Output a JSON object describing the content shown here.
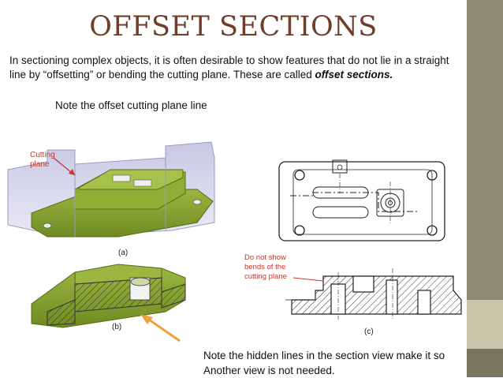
{
  "slide": {
    "title": "OFFSET SECTIONS",
    "intro_text": "In sectioning complex objects, it is often desirable to show features that do not lie in a straight line by “offsetting” or bending the cutting plane. These are called ",
    "intro_emphasis": "offset sections.",
    "note_offset": "Note the offset cutting plane line",
    "note_hidden_line1": "Note the hidden lines in the section view make it so",
    "note_hidden_line2": "Another view is not needed."
  },
  "figure": {
    "label_cutting_1": "Cutting",
    "label_cutting_2": "plane",
    "callout_1": "Do not show",
    "callout_2": "bends of the",
    "callout_3": "cutting plane",
    "caption_a": "(a)",
    "caption_b": "(b)",
    "caption_c": "(c)"
  },
  "colors": {
    "title": "#6f3e2a",
    "sidebar": "#8c8b73",
    "part_green": "#7f9a2a",
    "callout_red": "#c0392b",
    "arrow_orange": "#f0a23a"
  }
}
